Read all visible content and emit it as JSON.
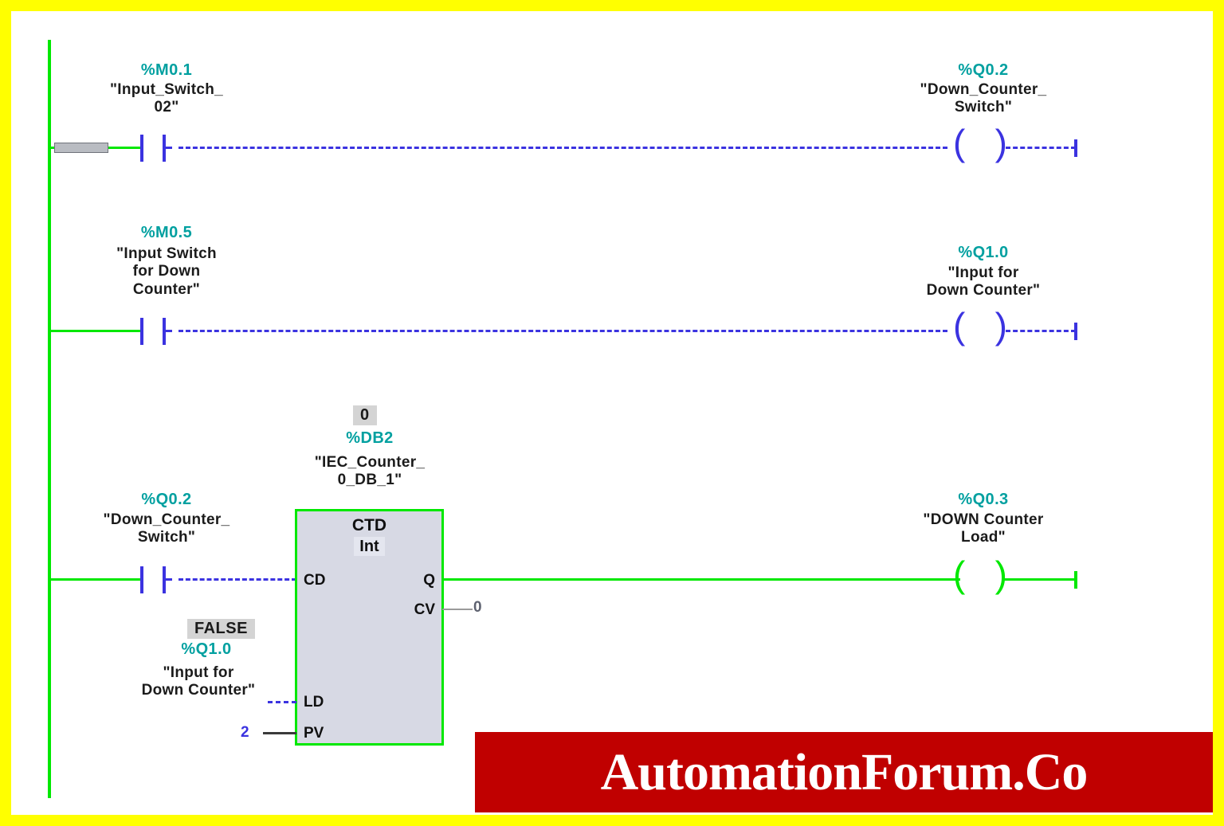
{
  "meta": {
    "title": "TIA Portal Ladder Logic - CTD Down Counter Monitoring",
    "border_color": "#ffff00",
    "canvas_color": "#ffffff",
    "energized_color": "#00e800",
    "deenergized_color": "#3b33e0",
    "address_color": "#00a0a0",
    "block_fill": "#d7d9e4",
    "watermark_color": "#c00000"
  },
  "rungs": [
    {
      "id": "rung-1",
      "contact": {
        "address": "%M0.1",
        "symbol": "\"Input_Switch_\n02\"",
        "type": "normally-open",
        "state": "de-energized"
      },
      "coil": {
        "address": "%Q0.2",
        "symbol": "\"Down_Counter_\nSwitch\"",
        "type": "output-coil",
        "state": "de-energized"
      }
    },
    {
      "id": "rung-2",
      "contact": {
        "address": "%M0.5",
        "symbol": "\"Input Switch\nfor Down\nCounter\"",
        "type": "normally-open",
        "state": "de-energized"
      },
      "coil": {
        "address": "%Q1.0",
        "symbol": "\"Input for\nDown Counter\"",
        "type": "output-coil",
        "state": "de-energized"
      }
    },
    {
      "id": "rung-3",
      "contact": {
        "address": "%Q0.2",
        "symbol": "\"Down_Counter_\nSwitch\"",
        "type": "normally-open",
        "state": "de-energized"
      },
      "coil": {
        "address": "%Q0.3",
        "symbol": "\"DOWN Counter\nLoad\"",
        "type": "output-coil",
        "state": "energized"
      }
    }
  ],
  "counter_block": {
    "instance_value": "0",
    "db_address": "%DB2",
    "db_symbol": "\"IEC_Counter_\n0_DB_1\"",
    "instruction": "CTD",
    "data_type": "Int",
    "pins": {
      "cd": "CD",
      "ld": "LD",
      "pv": "PV",
      "q": "Q",
      "cv": "CV"
    },
    "ld_input": {
      "value_badge": "FALSE",
      "address": "%Q1.0",
      "symbol": "\"Input for\nDown Counter\""
    },
    "pv_input": {
      "value": "2"
    },
    "cv_output": {
      "value": "0"
    }
  },
  "watermark": {
    "text": "AutomationForum.Co"
  }
}
